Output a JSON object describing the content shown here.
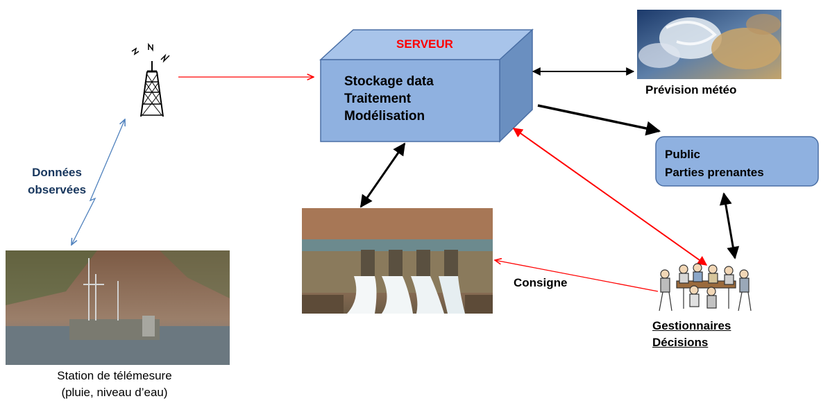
{
  "server": {
    "title": "SERVEUR",
    "line1": "Stockage data",
    "line2": "Traitement",
    "line3": "Modélisation"
  },
  "weather": {
    "caption": "Prévision météo"
  },
  "public_box": {
    "line1": "Public",
    "line2": "Parties prenantes"
  },
  "observed_data": {
    "line1": "Données",
    "line2": "observées"
  },
  "instruction": {
    "label": "Consigne"
  },
  "managers": {
    "line1": "Gestionnaires",
    "line2": "Décisions"
  },
  "station": {
    "line1": "Station de télémesure",
    "line2": "(pluie, niveau d’eau)"
  },
  "icons": [
    "antenna-tower-icon",
    "satellite-weather-image",
    "dam-spillway-image",
    "telemetry-station-image",
    "meeting-people-icon"
  ],
  "colors": {
    "server_fill": "#7ea6d8",
    "server_side": "#6387b8",
    "red_arrow": "#ff0000",
    "blue_link": "#4f81bd",
    "title_red": "#ff0000"
  }
}
